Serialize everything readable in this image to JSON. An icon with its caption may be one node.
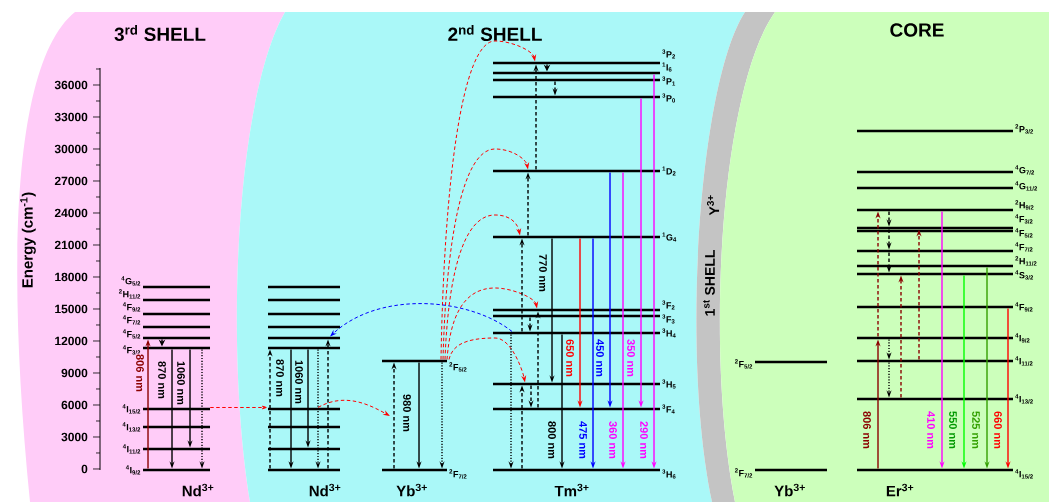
{
  "diagram": {
    "nodes": [
      {
        "text": [
          "3$^{rd}$ SHELL"
        ]
      },
      {
        "text": [
          "2$^{nd}$ SHELL"
        ]
      },
      {
        "text": [
          "1$^{st}$ SHELL",
          "Y$^{3+}$"
        ]
      },
      {
        "text": [
          "CORE"
        ]
      },
      {
        "text": [
          "$^{4}$G$_{5/2}$"
        ],
        "in": 0
      },
      {
        "text": [
          "$^{2}$H$_{11/2}$"
        ],
        "in": 0
      },
      {
        "text": [
          "$^{4}$F$_{9/2}$"
        ],
        "in": 0
      },
      {
        "text": [
          "$^{4}$F$_{7/2}$"
        ],
        "in": 0
      },
      {
        "text": [
          "$^{4}$F$_{5/2}$"
        ],
        "in": 0
      },
      {
        "text": [
          "$^{4}$F$_{3/2}$"
        ],
        "in": 0
      },
      {
        "text": [
          "$^{4}$I$_{15/2}$"
        ],
        "in": 0
      },
      {
        "text": [
          "$^{4}$I$_{13/2}$"
        ],
        "in": 0
      },
      {
        "text": [
          "$^{4}$I$_{11/2}$"
        ],
        "in": 0
      },
      {
        "text": [
          "$^{4}$I$_{9/2}$"
        ],
        "in": 0
      },
      {
        "text": [],
        "shape": "bar",
        "in": 1
      },
      {
        "text": [],
        "shape": "bar",
        "in": 1
      },
      {
        "text": [],
        "shape": "bar",
        "in": 1
      },
      {
        "text": [],
        "shape": "bar",
        "in": 1
      },
      {
        "text": [],
        "shape": "bar",
        "in": 1
      },
      {
        "text": [],
        "shape": "bar",
        "in": 1
      },
      {
        "text": [],
        "shape": "bar",
        "in": 1
      },
      {
        "text": [],
        "shape": "bar",
        "in": 1
      },
      {
        "text": [],
        "shape": "bar",
        "in": 1
      },
      {
        "text": [],
        "shape": "bar",
        "in": 1
      },
      {
        "text": [
          "$^{2}$F$_{5/2}$"
        ],
        "in": 1
      },
      {
        "text": [
          "$^{2}$F$_{7/2}$"
        ],
        "in": 1
      },
      {
        "text": [
          "$^{3}$P$_{2}$"
        ],
        "in": 1
      },
      {
        "text": [
          "$^{1}$I$_{6}$"
        ],
        "in": 1
      },
      {
        "text": [
          "$^{3}$P$_{1}$"
        ],
        "in": 1
      },
      {
        "text": [
          "$^{3}$P$_{0}$"
        ],
        "in": 1
      },
      {
        "text": [
          "$^{1}$D$_{2}$"
        ],
        "in": 1
      },
      {
        "text": [
          "$^{1}$G$_{4}$"
        ],
        "in": 1
      },
      {
        "text": [
          "$^{3}$F$_{2}$"
        ],
        "in": 1
      },
      {
        "text": [
          "$^{3}$F$_{3}$"
        ],
        "in": 1
      },
      {
        "text": [
          "$^{3}$H$_{4}$"
        ],
        "in": 1
      },
      {
        "text": [
          "$^{3}$H$_{5}$"
        ],
        "in": 1
      },
      {
        "text": [
          "$^{3}$F$_{4}$"
        ],
        "in": 1
      },
      {
        "text": [
          "$^{3}$H$_{6}$"
        ],
        "in": 1
      },
      {
        "text": [
          "$^{2}$F$_{5/2}$"
        ],
        "in": 3
      },
      {
        "text": [
          "$^{2}$F$_{7/2}$"
        ],
        "in": 3
      },
      {
        "text": [
          "$^{2}$P$_{3/2}$"
        ],
        "in": 3
      },
      {
        "text": [
          "$^{4}$G$_{7/2}$"
        ],
        "in": 3
      },
      {
        "text": [
          "$^{4}$G$_{11/2}$"
        ],
        "in": 3
      },
      {
        "text": [
          "$^{2}$H$_{9/2}$"
        ],
        "in": 3
      },
      {
        "text": [
          "$^{4}$F$_{3/2}$"
        ],
        "in": 3
      },
      {
        "text": [
          "$^{4}$F$_{5/2}$"
        ],
        "in": 3
      },
      {
        "text": [
          "$^{4}$F$_{7/2}$"
        ],
        "in": 3
      },
      {
        "text": [
          "$^{2}$H$_{11/2}$"
        ],
        "in": 3
      },
      {
        "text": [
          "$^{4}$S$_{3/2}$"
        ],
        "in": 3
      },
      {
        "text": [
          "$^{4}$F$_{9/2}$"
        ],
        "in": 3
      },
      {
        "text": [
          "$^{4}$I$_{9/2}$"
        ],
        "in": 3
      },
      {
        "text": [
          "$^{4}$I$_{11/2}$"
        ],
        "in": 3
      },
      {
        "text": [
          "$^{4}$I$_{13/2}$"
        ],
        "in": 3
      },
      {
        "text": [
          "$^{4}$I$_{15/2}$"
        ],
        "in": 3
      }
    ],
    "edges": [
      {
        "from": 13,
        "to": 8,
        "arrow": "to",
        "label": "806 nm",
        "color": "#8b0000"
      },
      {
        "from": 8,
        "to": 9,
        "arrow": "to"
      },
      {
        "from": 9,
        "to": 13,
        "arrow": "to",
        "label": "870 nm"
      },
      {
        "from": 9,
        "to": 12,
        "arrow": "to",
        "label": "1060 nm"
      },
      {
        "from": 9,
        "to": 13,
        "arrow": "to",
        "style": "dashed"
      },
      {
        "from": 10,
        "to": 20,
        "arrow": "to",
        "style": "dashed",
        "color": "#ff0000"
      },
      {
        "from": 23,
        "to": 19,
        "arrow": "to",
        "style": "dashed"
      },
      {
        "from": 19,
        "to": 23,
        "arrow": "to",
        "label": "870 nm"
      },
      {
        "from": 19,
        "to": 22,
        "arrow": "to",
        "label": "1060 nm"
      },
      {
        "from": 19,
        "to": 23,
        "arrow": "to",
        "style": "dashed"
      },
      {
        "from": 23,
        "to": 18,
        "arrow": "to",
        "style": "dashed"
      },
      {
        "from": 20,
        "to": null,
        "arrow": "to",
        "style": "dashed",
        "color": "#ff0000"
      },
      {
        "from": 25,
        "to": 24,
        "arrow": "to",
        "style": "dashed"
      },
      {
        "from": 24,
        "to": 25,
        "arrow": "to",
        "label": "980 nm"
      },
      {
        "from": 24,
        "to": 25,
        "arrow": "to",
        "style": "dashed"
      },
      {
        "from": 24,
        "to": 35,
        "arrow": "to",
        "style": "dashed",
        "color": "#ff0000"
      },
      {
        "from": 24,
        "to": 32,
        "arrow": "to",
        "style": "dashed",
        "color": "#ff0000"
      },
      {
        "from": 24,
        "to": 31,
        "arrow": "to",
        "style": "dashed",
        "color": "#ff0000"
      },
      {
        "from": 24,
        "to": 30,
        "arrow": "to",
        "style": "dashed",
        "color": "#ff0000"
      },
      {
        "from": 24,
        "to": 26,
        "arrow": "to",
        "style": "dashed",
        "color": "#ff0000"
      },
      {
        "from": 34,
        "to": 18,
        "arrow": "to",
        "style": "dashed",
        "color": "#0000ff"
      },
      {
        "from": 34,
        "to": 37,
        "arrow": "to",
        "style": "dashed"
      },
      {
        "from": 37,
        "to": 35,
        "arrow": "to",
        "style": "dashed"
      },
      {
        "from": 34,
        "to": 31,
        "arrow": "to",
        "style": "dashed"
      },
      {
        "from": 31,
        "to": 30,
        "arrow": "to",
        "style": "dashed"
      },
      {
        "from": 30,
        "to": 26,
        "arrow": "to",
        "style": "dashed"
      },
      {
        "from": 26,
        "to": 27,
        "arrow": "to",
        "style": "dashed"
      },
      {
        "from": 28,
        "to": 29,
        "arrow": "to",
        "style": "dashed"
      },
      {
        "from": 33,
        "to": 34,
        "arrow": "to",
        "style": "dashed"
      },
      {
        "from": 35,
        "to": 36,
        "arrow": "to",
        "style": "dashed"
      },
      {
        "from": 36,
        "to": 32,
        "arrow": "to",
        "style": "dashed"
      },
      {
        "from": 31,
        "to": 35,
        "arrow": "to",
        "label": "770 nm"
      },
      {
        "from": 34,
        "to": 37,
        "arrow": "to",
        "label": "800 nm"
      },
      {
        "from": 31,
        "to": 36,
        "arrow": "to",
        "label": "650 nm",
        "color": "#ff0000"
      },
      {
        "from": 31,
        "to": 37,
        "arrow": "to",
        "label": "475 nm",
        "color": "#0000ff"
      },
      {
        "from": 30,
        "to": 36,
        "arrow": "to",
        "label": "450 nm",
        "color": "#0000ff"
      },
      {
        "from": 30,
        "to": 37,
        "arrow": "to",
        "label": "360 nm",
        "color": "#ff00ff"
      },
      {
        "from": 29,
        "to": 36,
        "arrow": "to",
        "label": "350 nm",
        "color": "#ff00ff"
      },
      {
        "from": 27,
        "to": 37,
        "arrow": "to",
        "label": "290 nm",
        "color": "#ff00ff"
      },
      {
        "from": 53,
        "to": 50,
        "arrow": "to",
        "label": "806 nm",
        "color": "#8b0000"
      },
      {
        "from": 50,
        "to": 43,
        "arrow": "to",
        "style": "dashed",
        "color": "#8b0000"
      },
      {
        "from": 43,
        "to": 44,
        "arrow": "to",
        "style": "dashed"
      },
      {
        "from": 44,
        "to": 46,
        "arrow": "to",
        "style": "dashed"
      },
      {
        "from": 46,
        "to": 48,
        "arrow": "to",
        "style": "dashed"
      },
      {
        "from": 51,
        "to": 44,
        "arrow": "to",
        "style": "dashed",
        "color": "#8b0000"
      },
      {
        "from": 52,
        "to": 48,
        "arrow": "to",
        "style": "dashed",
        "color": "#8b0000"
      },
      {
        "from": 50,
        "to": 51,
        "arrow": "to",
        "style": "dashed"
      },
      {
        "from": 51,
        "to": 52,
        "arrow": "to",
        "style": "dashed"
      },
      {
        "from": 43,
        "to": 53,
        "arrow": "to",
        "label": "410 nm",
        "color": "#ff00ff"
      },
      {
        "from": 48,
        "to": 53,
        "arrow": "to",
        "label": "550 nm",
        "color": "#00ff00"
      },
      {
        "from": 47,
        "to": 53,
        "arrow": "to",
        "label": "525 nm",
        "color": "#33a000"
      },
      {
        "from": 49,
        "to": 53,
        "arrow": "to",
        "label": "660 nm",
        "color": "#ff0000"
      }
    ],
    "labels": [
      "Energy (cm$^{-1}$)",
      "36000",
      "33000",
      "30000",
      "27000",
      "24000",
      "21000",
      "18000",
      "15000",
      "12000",
      "9000",
      "6000",
      "3000",
      "0",
      "Nd$^{3+}$",
      "Nd$^{3+}$",
      "Yb$^{3+}$",
      "Tm$^{3+}$",
      "Yb$^{3+}$",
      "Er$^{3+}$"
    ]
  }
}
